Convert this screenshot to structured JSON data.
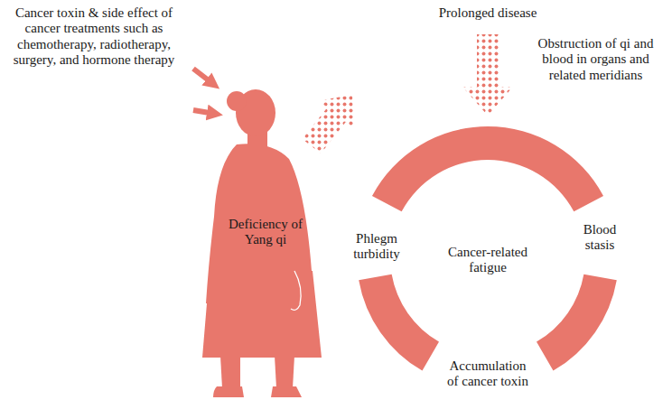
{
  "diagram": {
    "nodes": [
      {
        "text": [
          "Deficiency of Yang qi"
        ]
      },
      {
        "text": [
          "Cancer-related fatigue"
        ]
      }
    ],
    "edges": [
      {
        "from": 0,
        "to": 1,
        "arrow": "to"
      }
    ],
    "labels": [
      "Cancer toxin & side effect of cancer treatments such as chemotherapy, radiotherapy, surgery, and hormone therapy",
      "Prolonged disease",
      "Obstruction of qi and blood in organs and related meridians",
      "Phlegm turbidity",
      "Blood stasis",
      "Accumulation of cancer toxin"
    ]
  }
}
